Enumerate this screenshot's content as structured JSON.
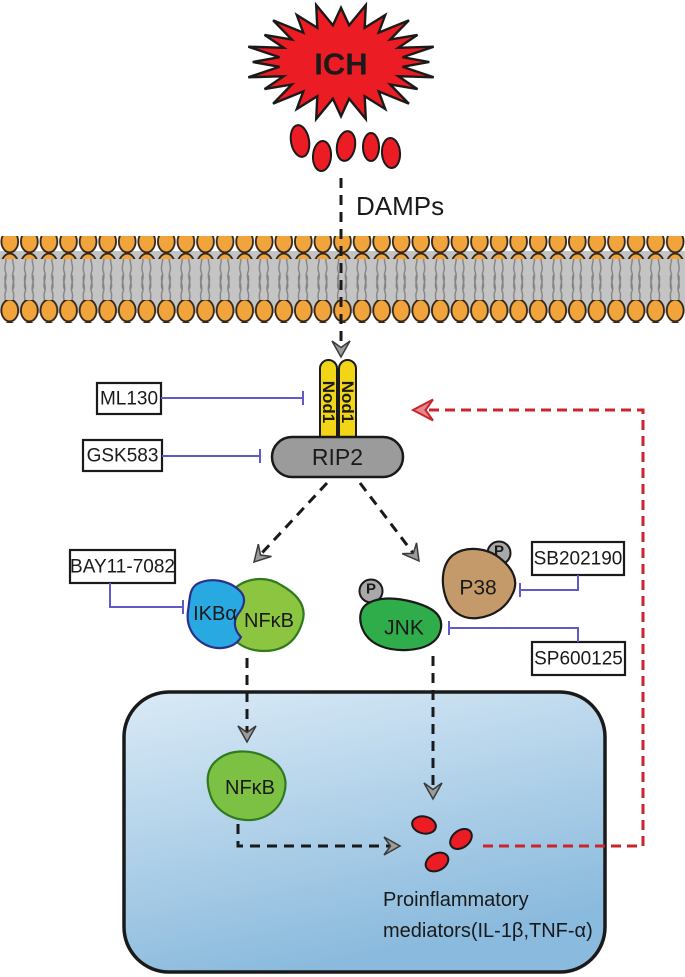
{
  "figure": {
    "stimulus": {
      "label": "ICH"
    },
    "ligand": {
      "label": "DAMPs"
    },
    "receptor_complex": {
      "nod1": "Nod1",
      "rip2": "RIP2"
    },
    "inhibitors": {
      "ml130": "ML130",
      "gsk583": "GSK583",
      "bay11_7082": "BAY11-7082",
      "sb202190": "SB202190",
      "sp600125": "SP600125"
    },
    "signaling": {
      "ikba": "IKBα",
      "nfkb": "NFκB",
      "jnk": "JNK",
      "p38": "P38",
      "phospho": "P"
    },
    "nucleus": {
      "nfkb": "NFκB",
      "output_line1": "Proinflammatory",
      "output_line2": "mediators(IL-1β,TNF-α)"
    },
    "colors": {
      "star_red": "#EC1C24",
      "membrane_head_orange": "#F1A43B",
      "membrane_band_gray": "#C4C4C4",
      "membrane_tail_gray": "#838383",
      "nod1_yellow": "#F3D517",
      "rip2_gray": "#9B9B9B",
      "ikba_blue": "#29A9E1",
      "nfkb_green": "#8CC540",
      "nfkb_nuclear_green": "#7CC143",
      "jnk_green": "#2EAD4A",
      "p38_tan": "#C49A6B",
      "phospho_gray": "#A9A9A9",
      "inhibitor_line_blue": "#5F5AC7",
      "feedback_red": "#C9252D",
      "feedback_arrow_fill": "#E9868C",
      "arrowhead_gray": "#9C9C9C",
      "nucleus_fill_top": "#DAEAF6",
      "nucleus_fill_bottom": "#8ABADD"
    }
  }
}
